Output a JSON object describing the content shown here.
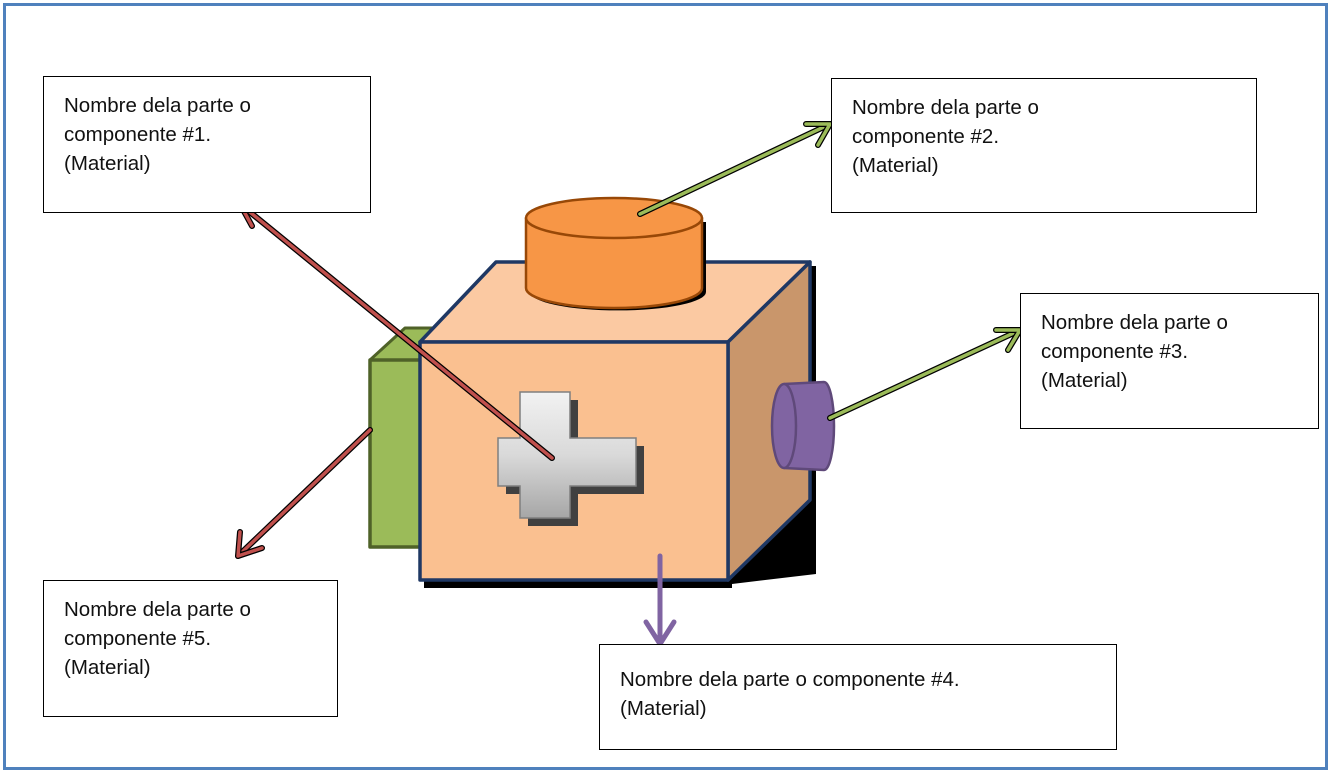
{
  "colors": {
    "frame": "#4f81bd",
    "cube_front": "#fac090",
    "cube_top": "#fbc9a2",
    "cube_side": "#c9966b",
    "cube_edge": "#1f3864",
    "cylinder": "#f79646",
    "cylinder_edge": "#984807",
    "knob": "#8064a2",
    "knob_edge": "#5f497a",
    "green_block": "#9bbb59",
    "green_block_edge": "#4f6228",
    "arrow_red": "#c0504d",
    "arrow_green": "#9bbb59",
    "arrow_purple": "#8064a2"
  },
  "labels": [
    {
      "id": "part-1",
      "line1": "Nombre dela parte o",
      "line2": "componente  #1.",
      "line3": "(Material)"
    },
    {
      "id": "part-2",
      "line1": "Nombre dela parte o",
      "line2": "componente  #2.",
      "line3": "(Material)"
    },
    {
      "id": "part-3",
      "line1": "Nombre dela parte o",
      "line2": "componente  #3.",
      "line3": "(Material)"
    },
    {
      "id": "part-4",
      "line1": "Nombre dela parte o componente #4.",
      "line2": "(Material)"
    },
    {
      "id": "part-5",
      "line1": "Nombre dela parte o",
      "line2": "componente #5.",
      "line3": "(Material)"
    }
  ]
}
